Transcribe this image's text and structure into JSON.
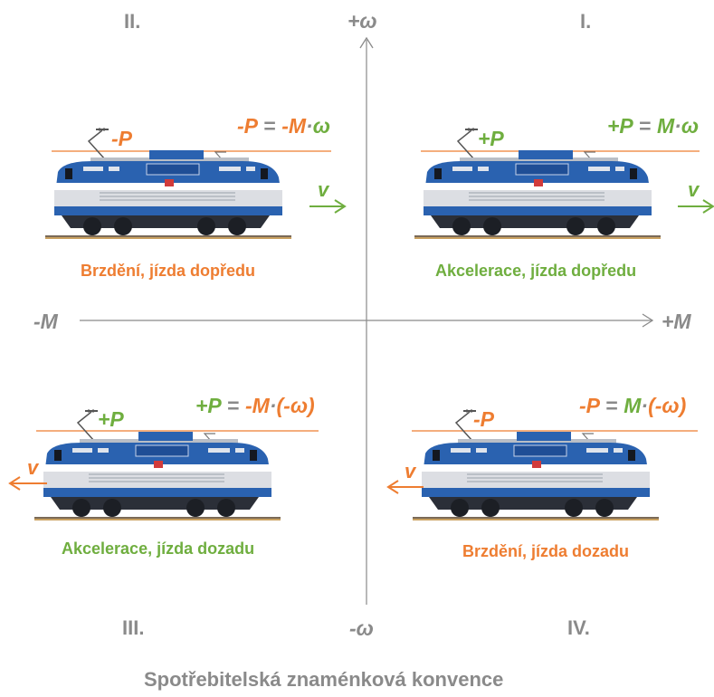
{
  "quadrants": {
    "q1": {
      "numeral": "I.",
      "p_label": "+P",
      "formula": {
        "lhs": "+P",
        "eq": " = ",
        "rhs1": "M",
        "dot": "·",
        "rhs2": "ω"
      },
      "caption": "Akcelerace, jízda dopředu",
      "velocity": "v",
      "color": "#6fae3f"
    },
    "q2": {
      "numeral": "II.",
      "p_label": "-P",
      "formula": {
        "lhs": "-P",
        "eq": " = ",
        "rhs1": "-M",
        "dot": "·",
        "rhs2": "ω"
      },
      "caption": "Brzdění, jízda dopředu",
      "velocity": "v",
      "color": "#ee7d31"
    },
    "q3": {
      "numeral": "III.",
      "p_label": "+P",
      "formula": {
        "lhs": "+P",
        "eq": " = ",
        "rhs1": "-M",
        "dot": "·",
        "rhs2": "(-ω)"
      },
      "caption": "Akcelerace, jízda dozadu",
      "velocity": "v",
      "color": "#6fae3f"
    },
    "q4": {
      "numeral": "IV.",
      "p_label": "-P",
      "formula": {
        "lhs": "-P",
        "eq": " = ",
        "rhs1": "M",
        "dot": "·",
        "rhs2": "(-ω)"
      },
      "caption": "Brzdění, jízda dozadu",
      "velocity": "v",
      "color": "#ee7d31"
    }
  },
  "axes": {
    "omega_pos": "+ω",
    "omega_neg": "-ω",
    "m_pos": "+M",
    "m_neg": "-M"
  },
  "title": "Spotřebitelská znaménková konvence",
  "colors": {
    "orange": "#ee7d31",
    "green": "#6fae3f",
    "axis": "#8a8a8a",
    "loco_blue": "#2a62b0",
    "loco_dark": "#22262e"
  }
}
